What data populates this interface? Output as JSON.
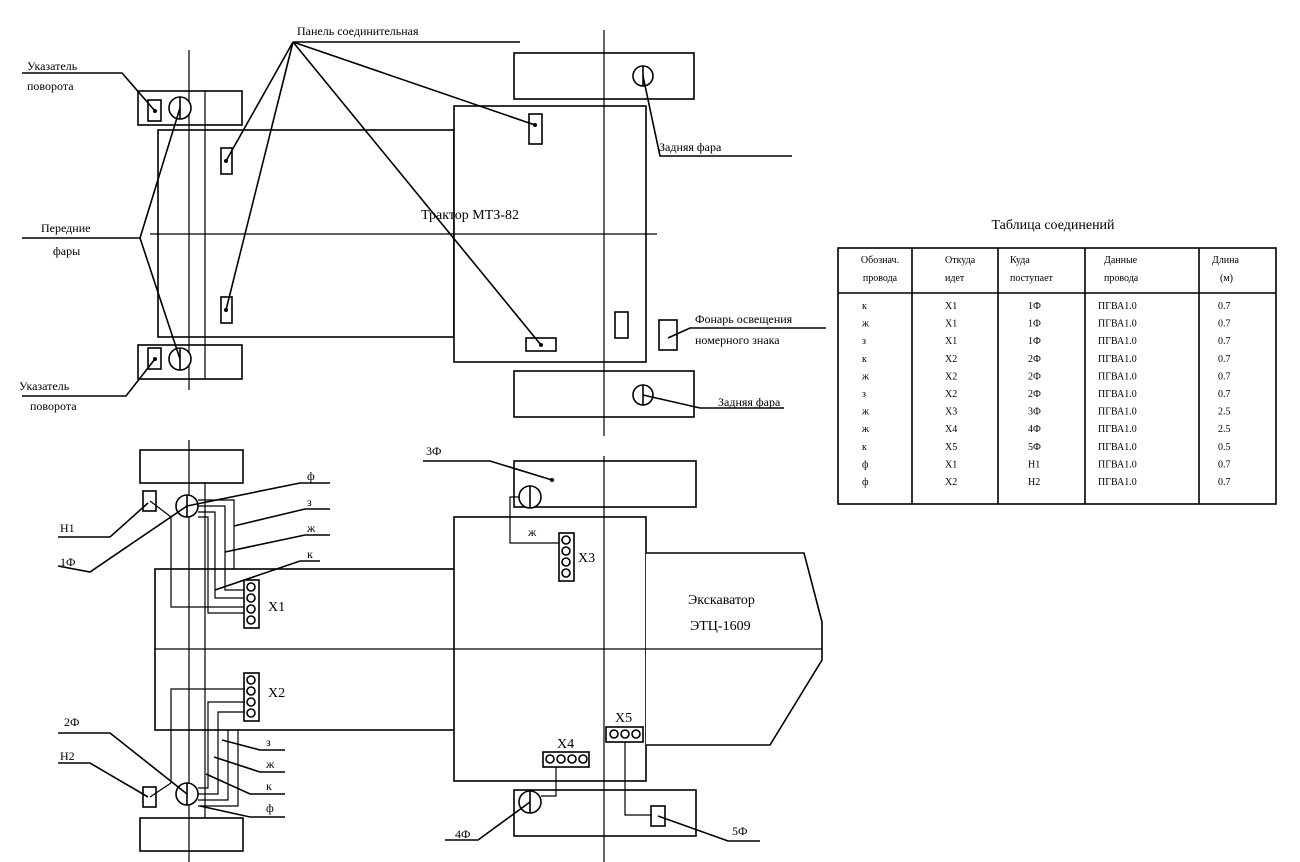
{
  "labels": {
    "panel": "Панель соединительная",
    "turn_top_1": "Указатель",
    "turn_top_2": "поворота",
    "front_lights_1": "Передние",
    "front_lights_2": "фары",
    "turn_bottom_1": "Указатель",
    "turn_bottom_2": "поворота",
    "rear_light_top": "Задняя фара",
    "rear_light_bottom": "Задняя фара",
    "tractor": "Трактор МТЗ-82",
    "plate_light_1": "Фонарь освещения",
    "plate_light_2": "номерного знака",
    "excavator_1": "Экскаватор",
    "excavator_2": "ЭТЦ-1609",
    "l3f": "3Ф",
    "l1f": "1Ф",
    "l2f": "2Ф",
    "l4f": "4Ф",
    "l5f": "5Ф",
    "h1": "Н1",
    "h2": "Н2",
    "x1": "Х1",
    "x2": "Х2",
    "x3": "Х3",
    "x4": "Х4",
    "x5": "Х5",
    "w_f_top": "ф",
    "w_z_top": "з",
    "w_zh_top": "ж",
    "w_k_top": "к",
    "w_zh_x3": "ж",
    "w_z_bot": "з",
    "w_zh_bot": "ж",
    "w_k_bot": "к",
    "w_f_bot": "ф"
  },
  "table": {
    "title": "Таблица соединений",
    "headers": [
      [
        "Обознач.",
        "провода"
      ],
      [
        "Откуда",
        "идет"
      ],
      [
        "Куда",
        "поступает"
      ],
      [
        "Данные",
        "провода"
      ],
      [
        "Длина",
        "(м)"
      ]
    ],
    "rows": [
      [
        "к",
        "Х1",
        "1Ф",
        "ПГВА1.0",
        "0.7"
      ],
      [
        "ж",
        "Х1",
        "1Ф",
        "ПГВА1.0",
        "0.7"
      ],
      [
        "з",
        "Х1",
        "1Ф",
        "ПГВА1.0",
        "0.7"
      ],
      [
        "к",
        "Х2",
        "2Ф",
        "ПГВА1.0",
        "0.7"
      ],
      [
        "ж",
        "Х2",
        "2Ф",
        "ПГВА1.0",
        "0.7"
      ],
      [
        "з",
        "Х2",
        "2Ф",
        "ПГВА1.0",
        "0.7"
      ],
      [
        "ж",
        "Х3",
        "3Ф",
        "ПГВА1.0",
        "2.5"
      ],
      [
        "ж",
        "Х4",
        "4Ф",
        "ПГВА1.0",
        "2.5"
      ],
      [
        "к",
        "Х5",
        "5Ф",
        "ПГВА1.0",
        "0.5"
      ],
      [
        "ф",
        "Х1",
        "Н1",
        "ПГВА1.0",
        "0.7"
      ],
      [
        "ф",
        "Х2",
        "Н2",
        "ПГВА1.0",
        "0.7"
      ]
    ]
  }
}
